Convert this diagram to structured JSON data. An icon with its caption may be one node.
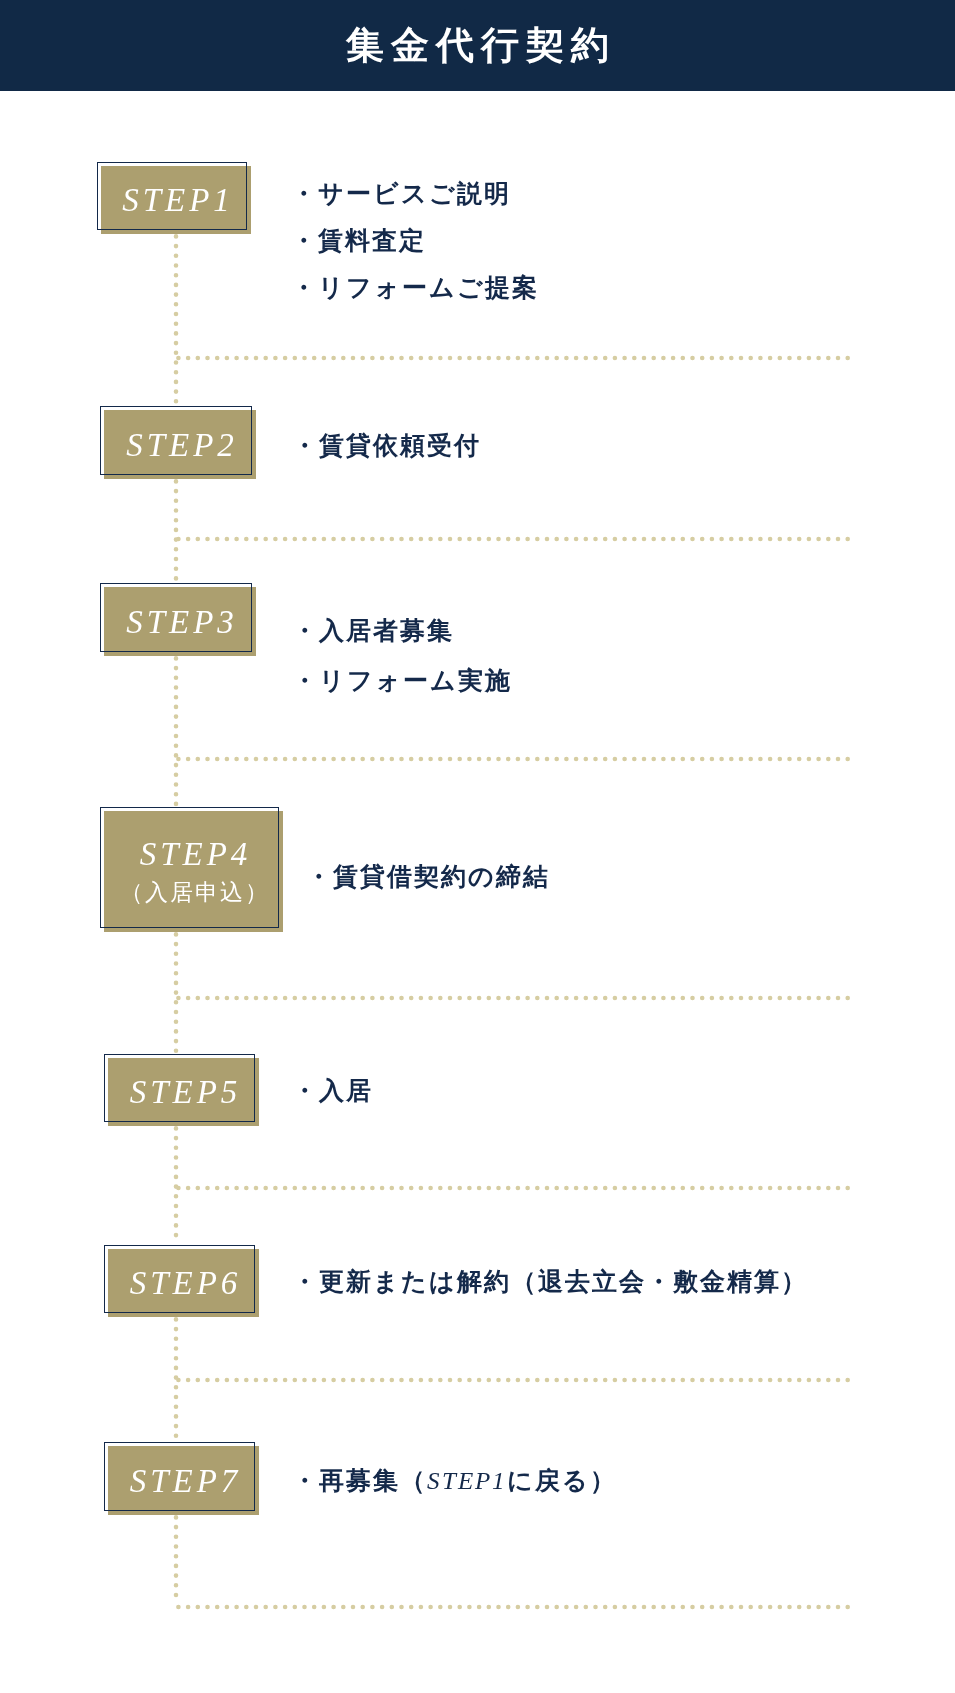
{
  "diagram": {
    "title": "集金代行契約",
    "nodes": [
      {
        "text": [
          "STEP1"
        ],
        "beside": [
          "・サービスご説明",
          "・賃料査定",
          "・リフォームご提案"
        ]
      },
      {
        "text": [
          "STEP2"
        ],
        "beside": [
          "・賃貸依頼受付"
        ]
      },
      {
        "text": [
          "STEP3"
        ],
        "beside": [
          "・入居者募集",
          "・リフォーム実施"
        ]
      },
      {
        "text": [
          "STEP4",
          "（入居申込）"
        ],
        "beside": [
          "・賃貸借契約の締結"
        ]
      },
      {
        "text": [
          "STEP5"
        ],
        "beside": [
          "・入居"
        ]
      },
      {
        "text": [
          "STEP6"
        ],
        "beside": [
          "・更新または解約（退去立会・敷金精算）"
        ]
      },
      {
        "text": [
          "STEP7"
        ],
        "beside": [
          "・再募集（STEP1に戻る）"
        ]
      }
    ],
    "edges": [
      {
        "from": 0,
        "to": 1,
        "arrow": "none",
        "style": "dashed"
      },
      {
        "from": 1,
        "to": 2,
        "arrow": "none",
        "style": "dashed"
      },
      {
        "from": 2,
        "to": 3,
        "arrow": "none",
        "style": "dashed"
      },
      {
        "from": 3,
        "to": 4,
        "arrow": "none",
        "style": "dashed"
      },
      {
        "from": 4,
        "to": 5,
        "arrow": "none",
        "style": "dashed"
      },
      {
        "from": 5,
        "to": 6,
        "arrow": "none",
        "style": "dashed"
      },
      {
        "from": 6,
        "to": null,
        "arrow": "none",
        "style": "dashed"
      }
    ]
  }
}
